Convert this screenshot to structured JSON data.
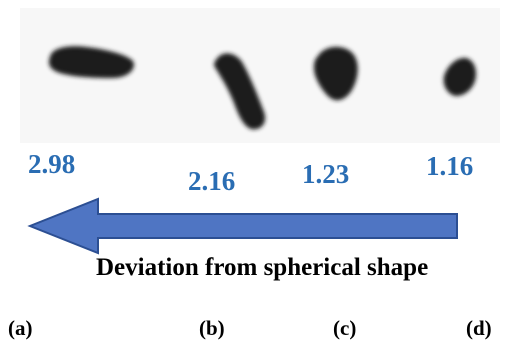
{
  "values": [
    {
      "label": "(a)",
      "value": "2.98"
    },
    {
      "label": "(b)",
      "value": "2.16"
    },
    {
      "label": "(c)",
      "value": "1.23"
    },
    {
      "label": "(d)",
      "value": "1.16"
    }
  ],
  "arrow_text": "Deviation from spherical shape",
  "colors": {
    "value_text": "#2a6db3",
    "arrow_fill": "#4f75c3",
    "arrow_stroke": "#2c4f93",
    "particle": "#1c1c1c",
    "label_text": "#000000"
  },
  "icons": [
    "particle-rod-shape",
    "particle-tilted-rod-shape",
    "particle-rounded-shape",
    "particle-small-rounded-shape",
    "arrow-left-icon"
  ]
}
